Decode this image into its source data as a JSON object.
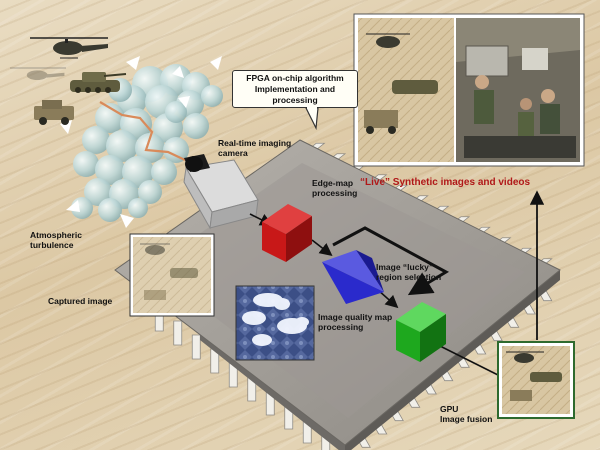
{
  "labels": {
    "fpga_callout": "FPGA on-chip algorithm\nImplementation and\nprocessing",
    "camera": "Real-time imaging\ncamera",
    "edge_map": "Edge-map\nprocessing",
    "atmospheric": "Atmospheric\nturbulence",
    "captured": "Captured image",
    "lucky": "Image “lucky”\nregion selection",
    "quality": "Image quality map\nprocessing",
    "gpu": "GPU\nImage fusion",
    "live": "“Live” Synthetic images and videos"
  },
  "colors": {
    "cube_red": "#c81818",
    "cube_green": "#1ea81e",
    "prism_blue": "#2a2acc",
    "live_text": "#b01818",
    "chip": "#a29e98",
    "camera": "#f2f2f2"
  },
  "icons": [
    "helicopter-icon",
    "tank-icon",
    "humvee-icon",
    "camera-icon",
    "cloud-icon"
  ]
}
